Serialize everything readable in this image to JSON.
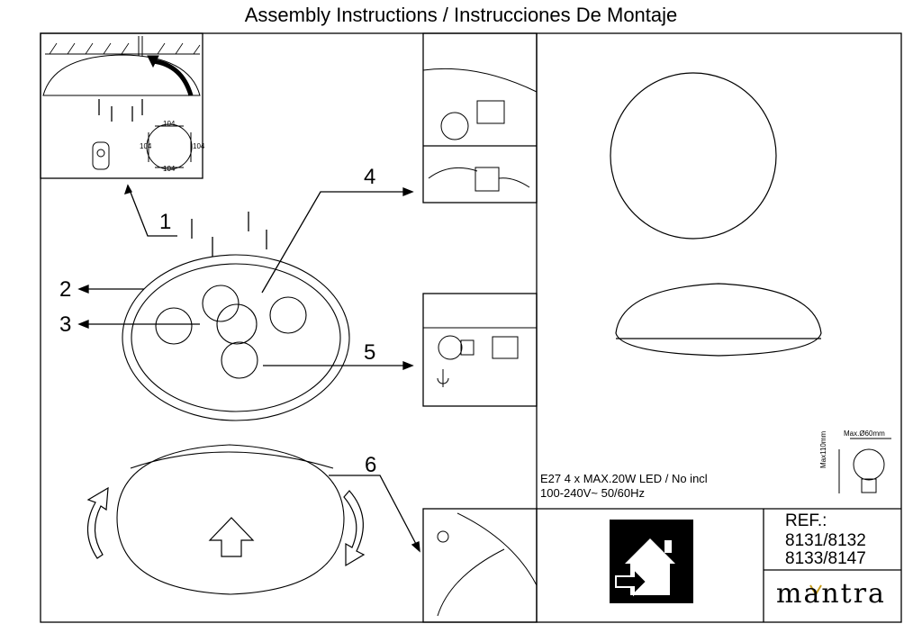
{
  "title": "Assembly Instructions / Instrucciones De Montaje",
  "steps": [
    "1",
    "2",
    "3",
    "4",
    "5",
    "6"
  ],
  "dims": {
    "a": "104",
    "b": "104",
    "c": "104",
    "d": "104"
  },
  "bulb": {
    "diameter": "Max.Ø60mm",
    "height": "Max110mm"
  },
  "spec": {
    "line1": "E27 4 x MAX.20W LED / No incl",
    "line2": "100-240V~ 50/60Hz"
  },
  "ref": {
    "label": "REF.:",
    "line1": "8131/8132",
    "line2": "8133/8147"
  },
  "brand": "mantra",
  "icons": [
    "ceiling-dome-icon",
    "wall-plug-icon",
    "screw-icon",
    "screwdriver-icon",
    "rotate-arrow-icon",
    "indoor-use-icon",
    "led-bulb-icon",
    "up-arrow-icon"
  ]
}
